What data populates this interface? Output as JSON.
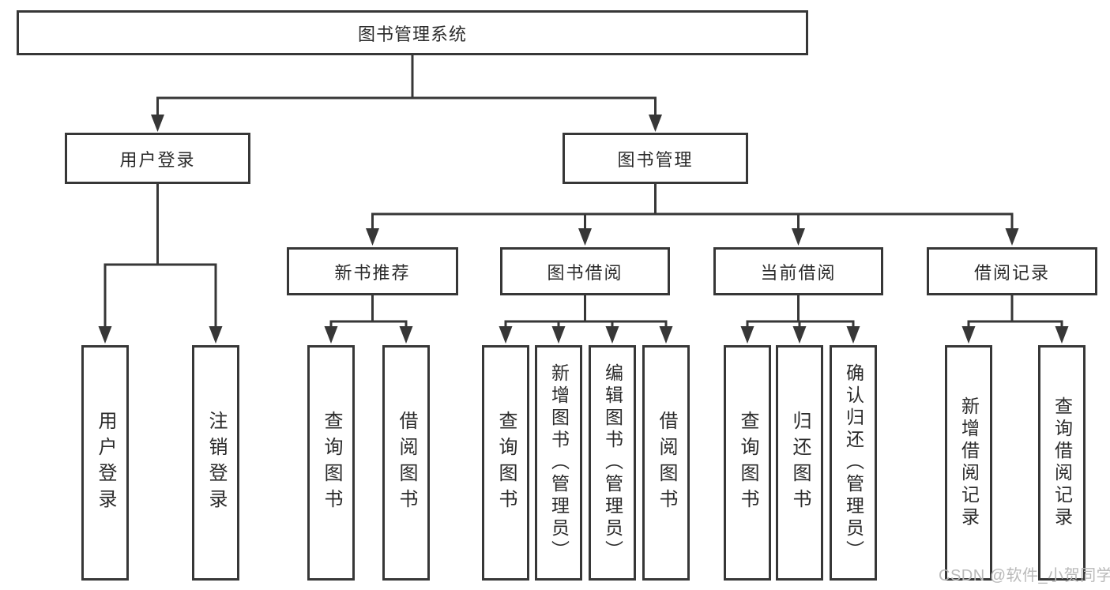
{
  "diagram": {
    "title": "图书管理系统",
    "type": "hierarchy-diagram",
    "colors": {
      "line": "#373737",
      "text": "#2b2b2b",
      "box_background": "#ffffff",
      "watermark": "#b9b9b9"
    },
    "tree": {
      "root": "图书管理系统",
      "children": [
        {
          "label": "用户登录",
          "children": [
            "用户登录",
            "注销登录"
          ]
        },
        {
          "label": "图书管理",
          "children": [
            {
              "label": "新书推荐",
              "children": [
                "查询图书",
                "借阅图书"
              ]
            },
            {
              "label": "图书借阅",
              "children": [
                "查询图书",
                "新增图书（管理员）",
                "编辑图书（管理员）",
                "借阅图书"
              ]
            },
            {
              "label": "当前借阅",
              "children": [
                "查询图书",
                "归还图书",
                "确认归还（管理员）"
              ]
            },
            {
              "label": "借阅记录",
              "children": [
                "新增借阅记录",
                "查询借阅记录"
              ]
            }
          ]
        }
      ]
    },
    "watermark": "CSDN @软件_小贺同学"
  }
}
